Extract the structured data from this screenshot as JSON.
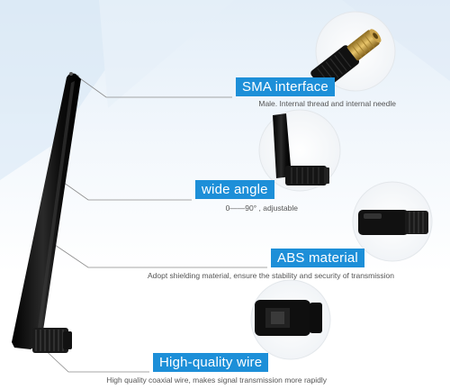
{
  "features": [
    {
      "title": "SMA interface",
      "description": "Male. Internal thread and internal needle"
    },
    {
      "title": "wide angle",
      "description": "0——90° , adjustable"
    },
    {
      "title": "ABS material",
      "description": "Adopt shielding material, ensure the stability and security of transmission"
    },
    {
      "title": "High-quality wire",
      "description": "High quality coaxial wire, makes signal transmission more rapidly"
    }
  ],
  "colors": {
    "badge": "#1d8fd8",
    "antenna": "#151515",
    "background": "#eaf2fa"
  }
}
